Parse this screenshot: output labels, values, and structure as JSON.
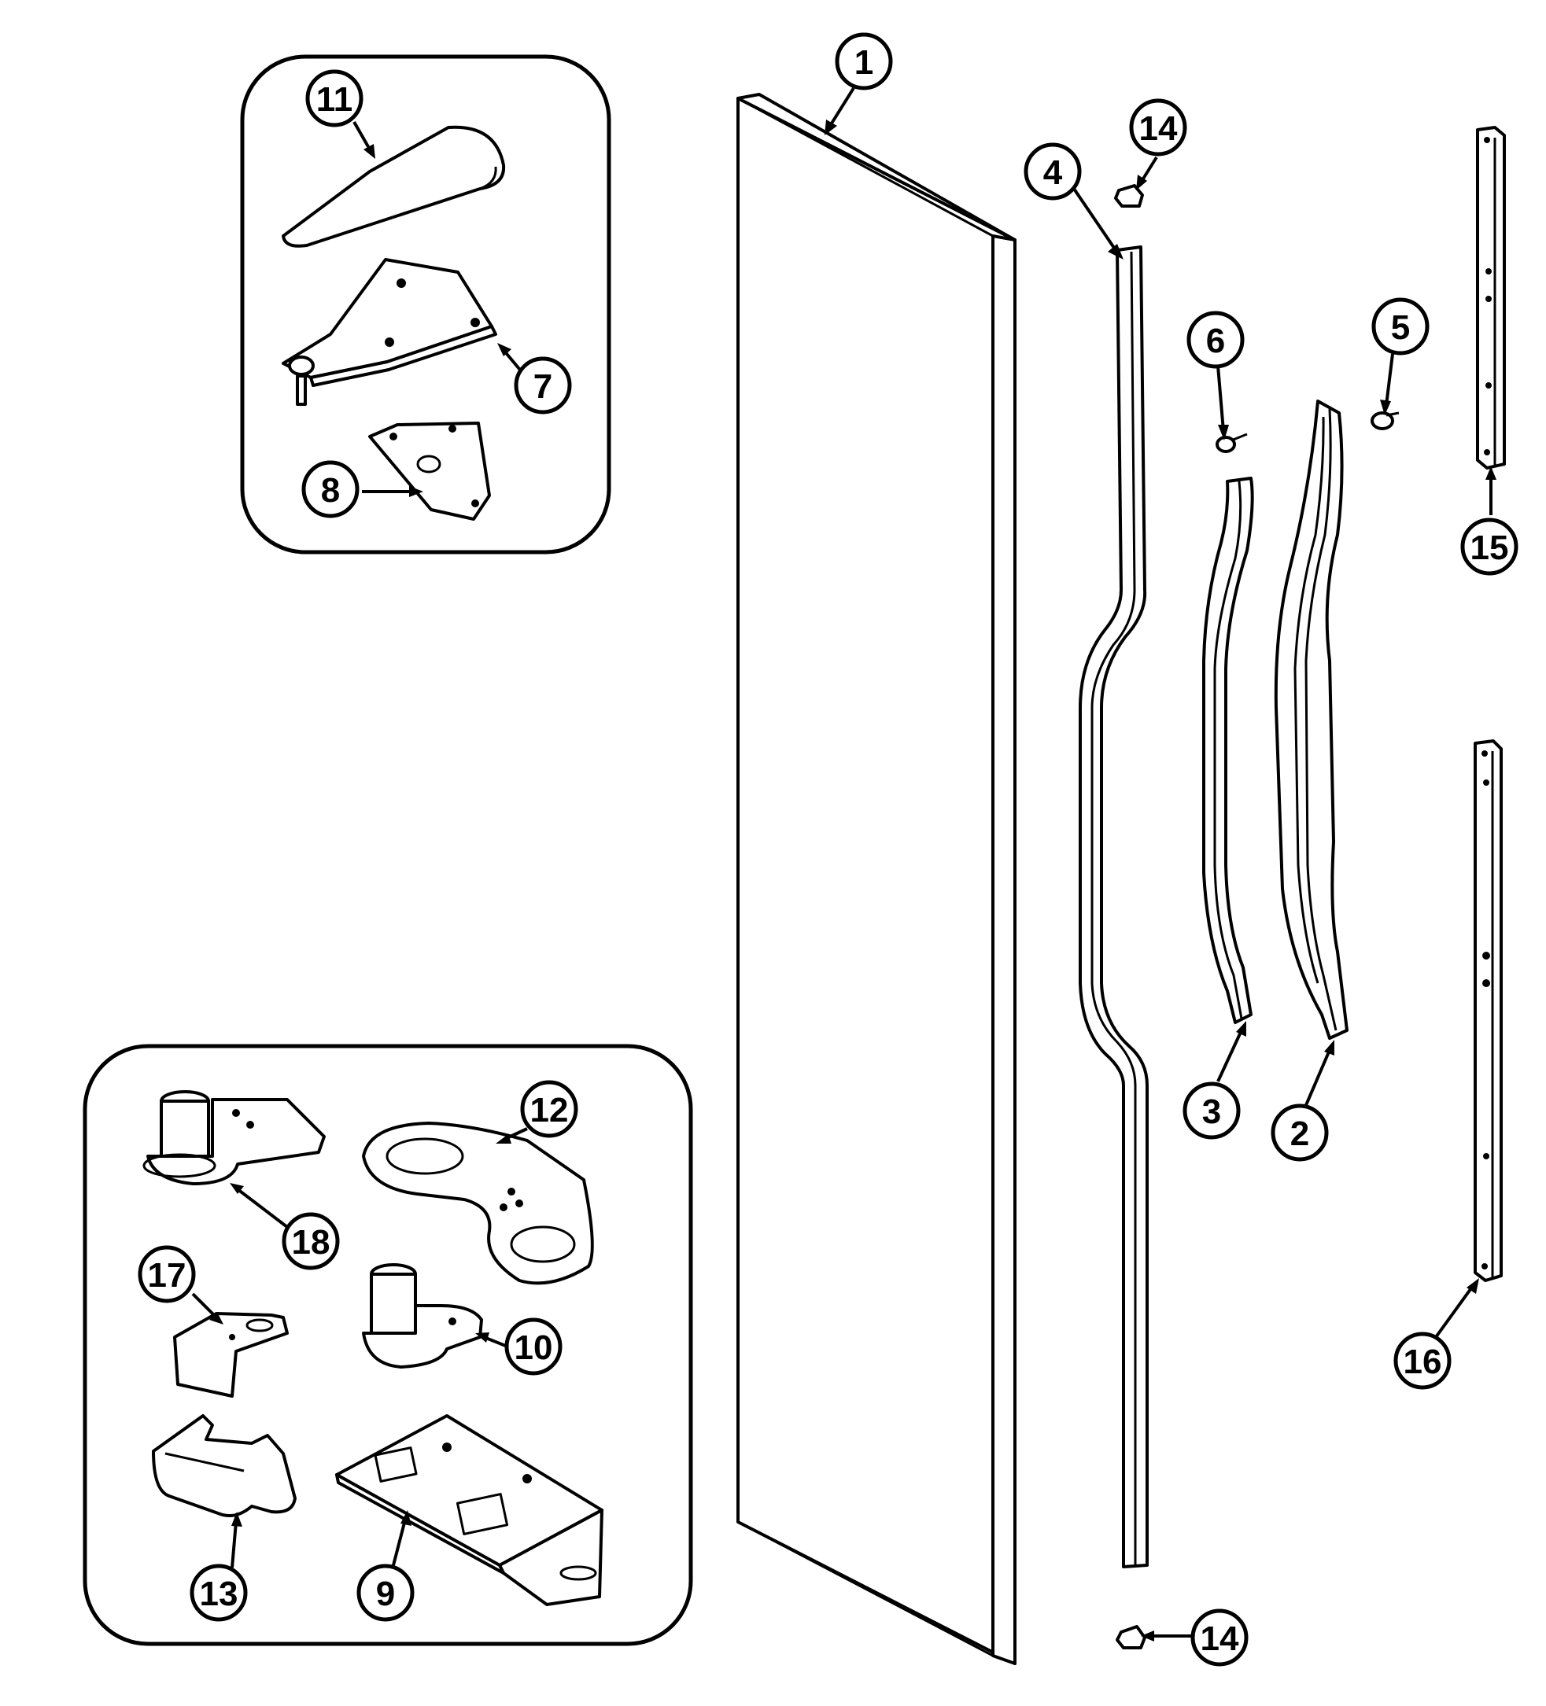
{
  "diagram": {
    "callouts": [
      {
        "id": "c1",
        "label": "1"
      },
      {
        "id": "c2",
        "label": "2"
      },
      {
        "id": "c3",
        "label": "3"
      },
      {
        "id": "c4",
        "label": "4"
      },
      {
        "id": "c5",
        "label": "5"
      },
      {
        "id": "c6",
        "label": "6"
      },
      {
        "id": "c7",
        "label": "7"
      },
      {
        "id": "c8",
        "label": "8"
      },
      {
        "id": "c9",
        "label": "9"
      },
      {
        "id": "c10",
        "label": "10"
      },
      {
        "id": "c11",
        "label": "11"
      },
      {
        "id": "c12",
        "label": "12"
      },
      {
        "id": "c13",
        "label": "13"
      },
      {
        "id": "c14a",
        "label": "14"
      },
      {
        "id": "c14b",
        "label": "14"
      },
      {
        "id": "c15",
        "label": "15"
      },
      {
        "id": "c16",
        "label": "16"
      },
      {
        "id": "c17",
        "label": "17"
      },
      {
        "id": "c18",
        "label": "18"
      }
    ]
  }
}
